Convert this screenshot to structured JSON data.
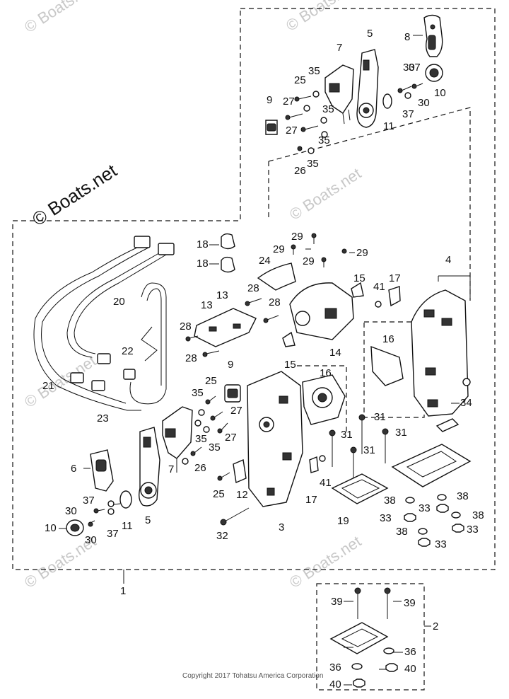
{
  "watermarks": [
    "© Boats.net",
    "© Boats.net",
    "© Boats.net",
    "© Boats.net",
    "© Boats.net",
    "© Boats.net"
  ],
  "watermark_main": "© Boats.net",
  "copyright": "Copyright 2017 Tohatsu America Corporation",
  "callouts": {
    "c1": "1",
    "c2": "2",
    "c3": "3",
    "c4": "4",
    "c5a": "5",
    "c5b": "5",
    "c6": "6",
    "c7a": "7",
    "c7b": "7",
    "c8": "8",
    "c9a": "9",
    "c9b": "9",
    "c10a": "10",
    "c10b": "10",
    "c11a": "11",
    "c11b": "11",
    "c12": "12",
    "c13a": "13",
    "c13b": "13",
    "c14": "14",
    "c15a": "15",
    "c15b": "15",
    "c16a": "16",
    "c16b": "16",
    "c17a": "17",
    "c17b": "17",
    "c18a": "18",
    "c18b": "18",
    "c19": "19",
    "c20": "20",
    "c21": "21",
    "c22": "22",
    "c23": "23",
    "c24": "24",
    "c25a": "25",
    "c25b": "25",
    "c25c": "25",
    "c26a": "26",
    "c26b": "26",
    "c27a": "27",
    "c27b": "27",
    "c27c": "27",
    "c27d": "27",
    "c28a": "28",
    "c28b": "28",
    "c28c": "28",
    "c28d": "28",
    "c29a": "29",
    "c29b": "29",
    "c29c": "29",
    "c29d": "29",
    "c30a": "30",
    "c30b": "30",
    "c30c": "30",
    "c30d": "30",
    "c31a": "31",
    "c31b": "31",
    "c31c": "31",
    "c31d": "31",
    "c32": "32",
    "c33a": "33",
    "c33b": "33",
    "c33c": "33",
    "c33d": "33",
    "c34": "34",
    "c35a": "35",
    "c35b": "35",
    "c35c": "35",
    "c35d": "35",
    "c35e": "35",
    "c35f": "35",
    "c35g": "35",
    "c36a": "36",
    "c36b": "36",
    "c37a": "37",
    "c37b": "37",
    "c37c": "37",
    "c37d": "37",
    "c38a": "38",
    "c38b": "38",
    "c38c": "38",
    "c38d": "38",
    "c39a": "39",
    "c39b": "39",
    "c40a": "40",
    "c40b": "40",
    "c41a": "41",
    "c41b": "41"
  }
}
